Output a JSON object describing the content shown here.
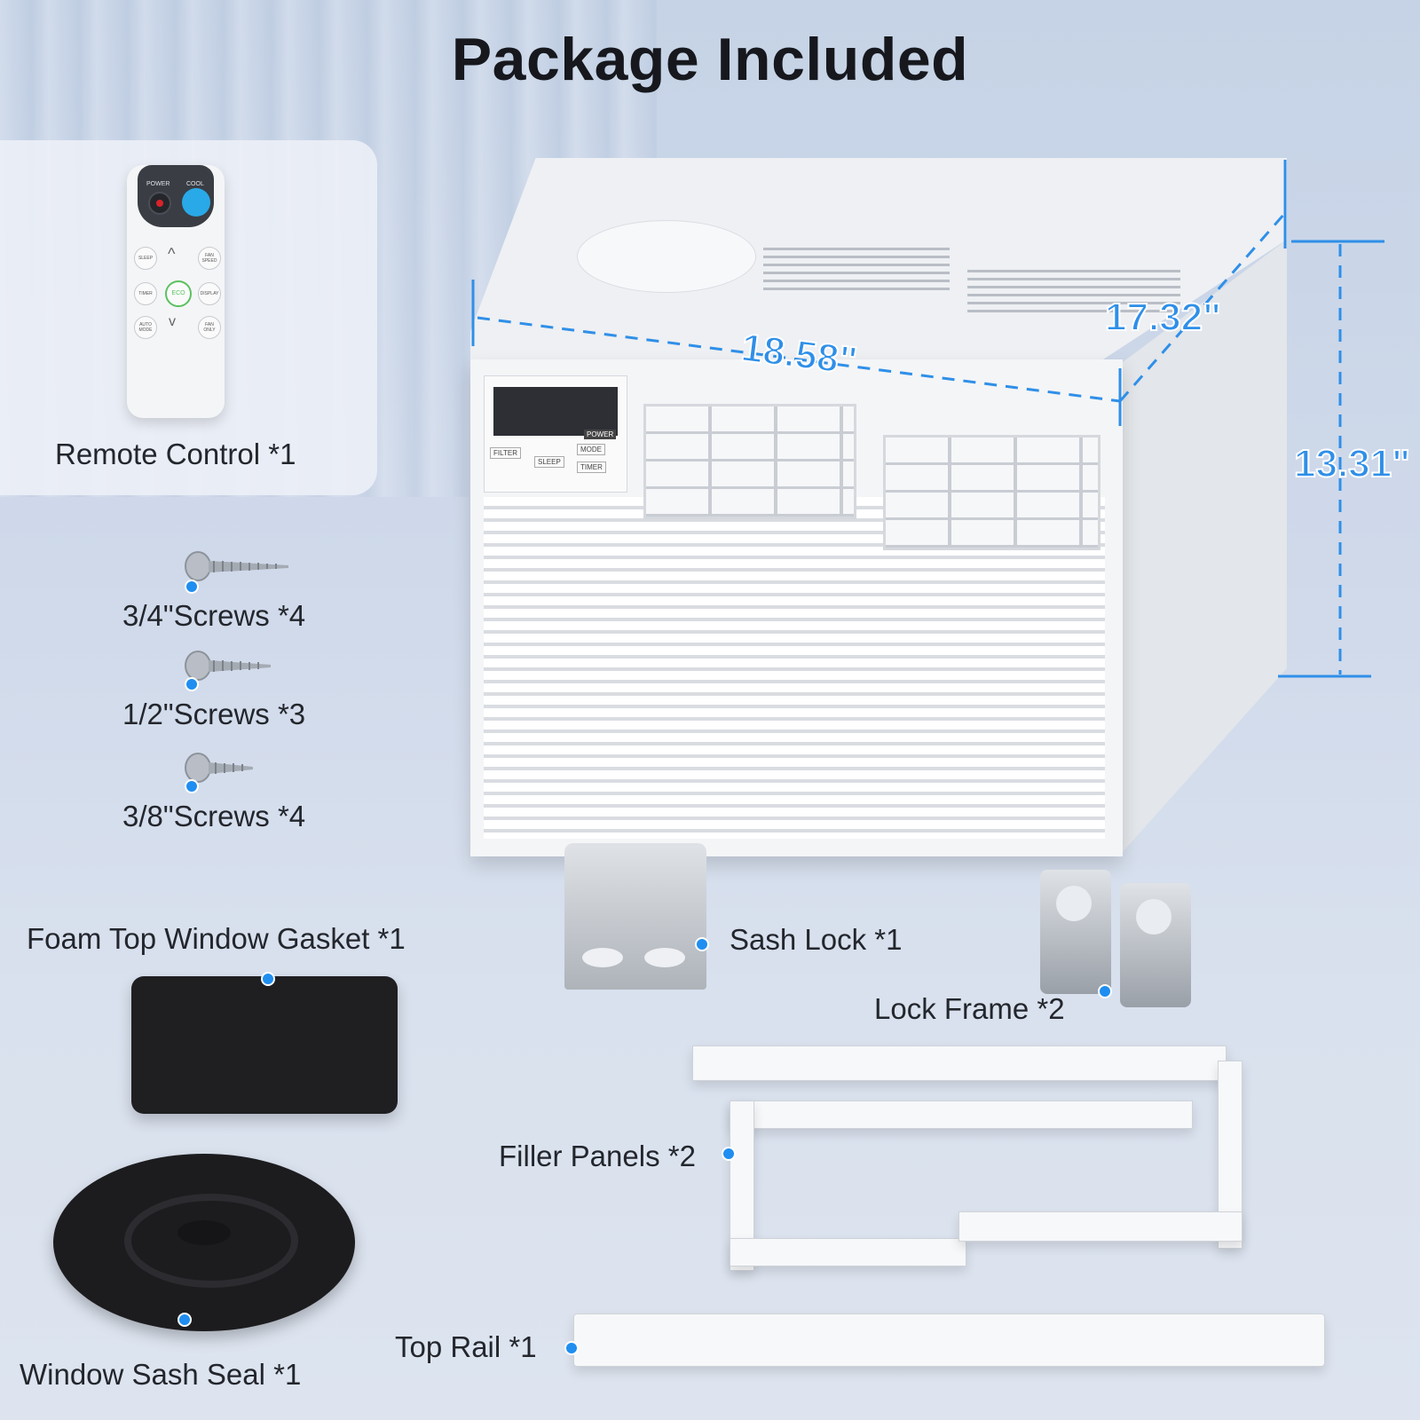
{
  "title": "Package Included",
  "remote": {
    "label": "Remote Control *1",
    "top_buttons": [
      "POWER",
      "COOL"
    ],
    "keys": [
      "SLEEP",
      "FAN SPEED",
      "TIMER",
      "ECO",
      "DISPLAY",
      "AUTO MODE",
      "FAN ONLY"
    ]
  },
  "items": {
    "screws_34": "3/4\"Screws *4",
    "screws_12": "1/2\"Screws *3",
    "screws_38": "3/8\"Screws *4",
    "foam_gasket": "Foam Top Window Gasket *1",
    "sash_seal": "Window Sash Seal *1",
    "sash_lock": "Sash Lock *1",
    "lock_frame": "Lock Frame *2",
    "filler_panels": "Filler Panels *2",
    "top_rail": "Top Rail *1"
  },
  "dimensions": {
    "width": "18.58\"",
    "depth": "17.32\"",
    "height": "13.31\""
  },
  "ac_panel": {
    "power_label": "POWER",
    "buttons": [
      "FILTER",
      "SLEEP",
      "MODE",
      "TIMER"
    ]
  },
  "colors": {
    "accent": "#1f8ef0",
    "dimension": "#2f8fe8",
    "text": "#23262c"
  }
}
